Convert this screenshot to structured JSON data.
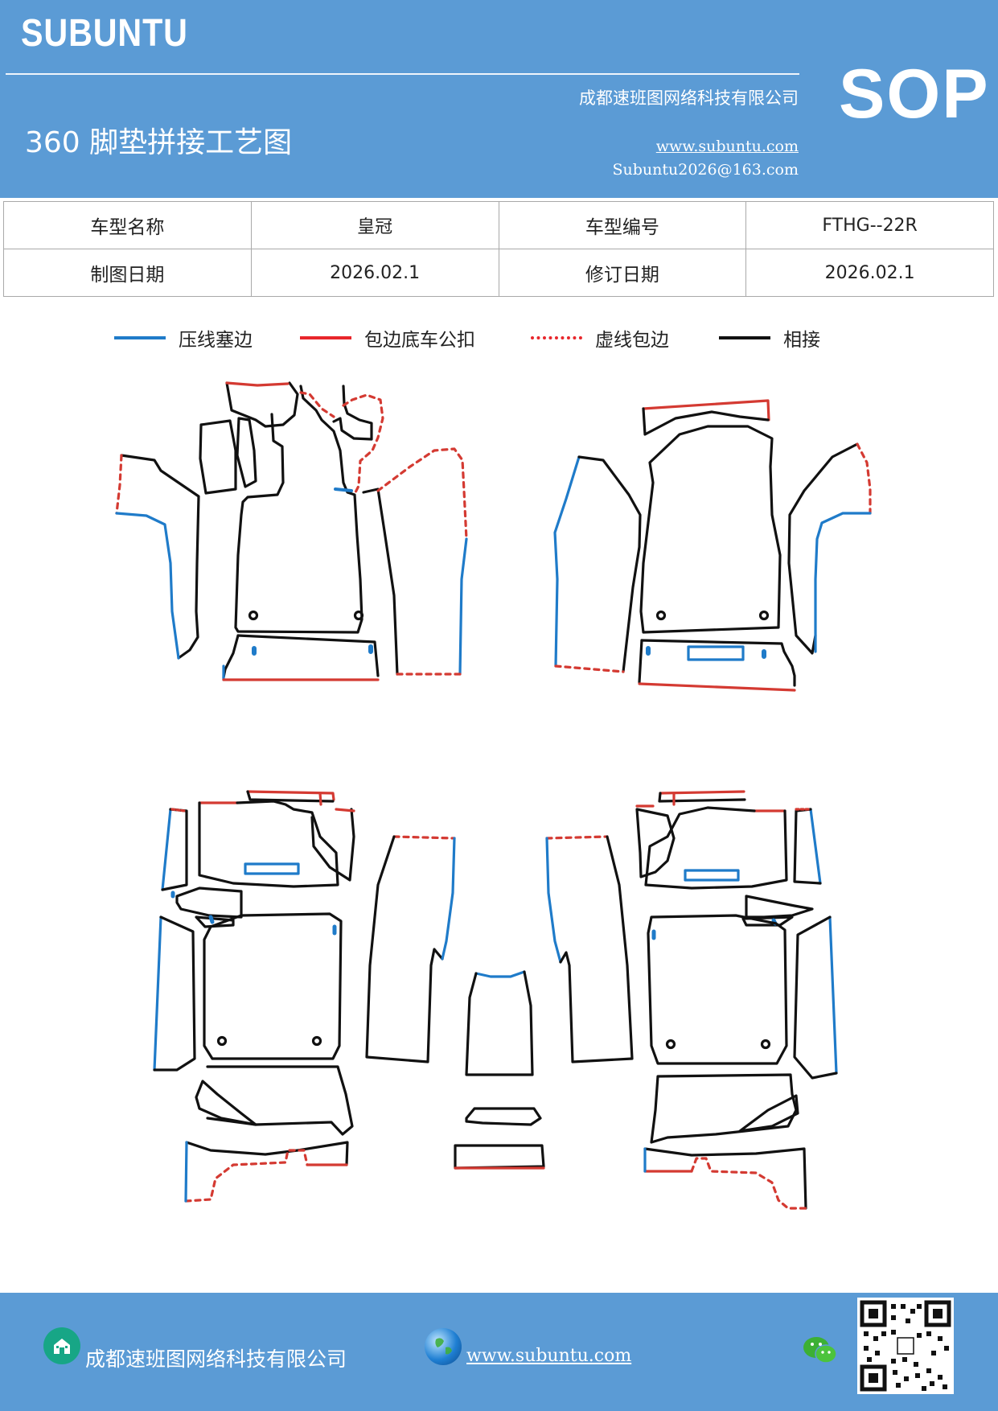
{
  "header": {
    "brand": "SUBUNTU",
    "title": "360 脚垫拼接工艺图",
    "company": "成都速班图网络科技有限公司",
    "website": "www.subuntu.com",
    "email": "Subuntu2026@163.com",
    "badge": "SOP"
  },
  "info_table": {
    "row1": {
      "label1": "车型名称",
      "value1": "皇冠",
      "label2": "车型编号",
      "value2": "FTHG--22R"
    },
    "row2": {
      "label1": "制图日期",
      "value1": "2026.02.1",
      "label2": "修订日期",
      "value2": "2026.02.1"
    }
  },
  "legend": [
    {
      "label": "压线塞边",
      "color": "#1f7bc9",
      "style": "solid"
    },
    {
      "label": "包边底车公扣",
      "color": "#e8262b",
      "style": "solid"
    },
    {
      "label": "虚线包边",
      "color": "#e8262b",
      "style": "dotted"
    },
    {
      "label": "相接",
      "color": "#111111",
      "style": "solid"
    }
  ],
  "colors": {
    "header": "#5b9bd5",
    "blue_line": "#1f7bc9",
    "red_line": "#d43a32",
    "black_line": "#111111"
  },
  "footer": {
    "company": "成都速班图网络科技有限公司",
    "website": "www.subuntu.com",
    "icons": [
      "home-icon",
      "globe-icon",
      "wechat-icon",
      "qr-code"
    ]
  }
}
